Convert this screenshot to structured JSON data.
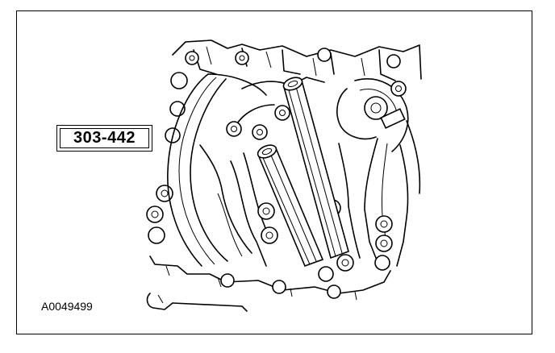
{
  "figure": {
    "tool_label": "303-442",
    "figure_id": "A0049499",
    "colors": {
      "ink": "#000000",
      "paper": "#ffffff"
    },
    "icons": [
      "engine-block-drawing",
      "tool-303-442-drawing",
      "hand-pointer-icon"
    ]
  }
}
